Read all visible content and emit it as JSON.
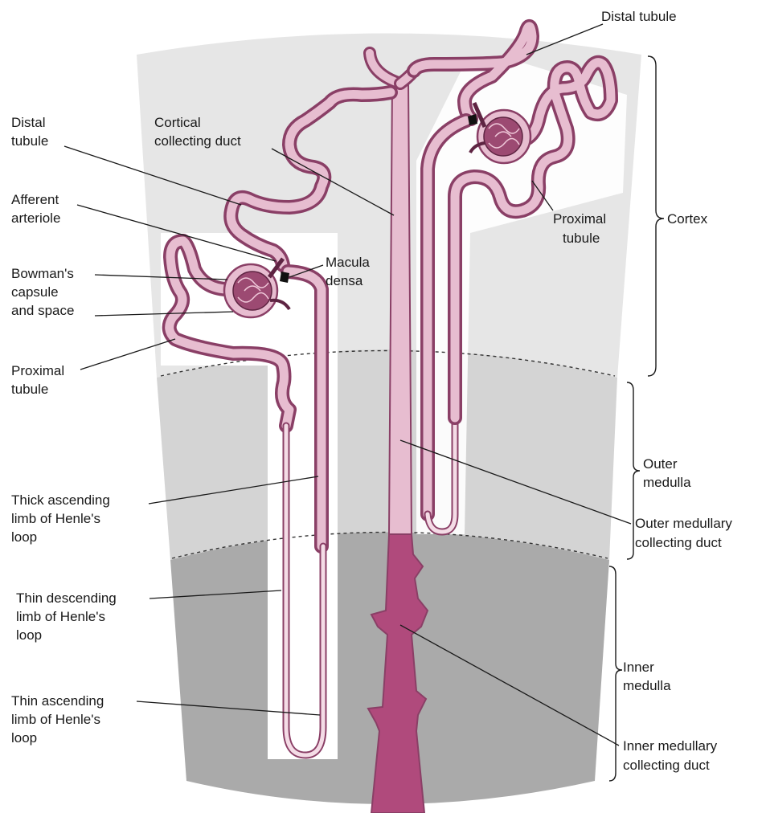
{
  "labels": {
    "distal_tubule_top": "Distal tubule",
    "distal_tubule_left_1": "Distal",
    "distal_tubule_left_2": "tubule",
    "cortical_cd_1": "Cortical",
    "cortical_cd_2": "collecting duct",
    "afferent_1": "Afferent",
    "afferent_2": "arteriole",
    "bowman_1": "Bowman's",
    "bowman_2": "capsule",
    "bowman_3": "and space",
    "macula_1": "Macula",
    "macula_2": "densa",
    "proximal_left_1": "Proximal",
    "proximal_left_2": "tubule",
    "proximal_right_1": "Proximal",
    "proximal_right_2": "tubule",
    "cortex": "Cortex",
    "outer_medulla_1": "Outer",
    "outer_medulla_2": "medulla",
    "outer_mcd_1": "Outer medullary",
    "outer_mcd_2": "collecting duct",
    "thick_asc_1": "Thick ascending",
    "thick_asc_2": "limb of Henle's",
    "thick_asc_3": "loop",
    "thin_desc_1": "Thin descending",
    "thin_desc_2": "limb of Henle's",
    "thin_desc_3": "loop",
    "thin_asc_1": "Thin ascending",
    "thin_asc_2": "limb of Henle's",
    "thin_asc_3": "loop",
    "inner_medulla_1": "Inner",
    "inner_medulla_2": "medulla",
    "inner_mcd_1": "Inner medullary",
    "inner_mcd_2": "collecting duct"
  },
  "colors": {
    "cortex_region": "#e6e6e6",
    "outer_medulla_region": "#d3d3d3",
    "inner_medulla_region": "#a9a9a9",
    "tubule_outline": "#8a3f66",
    "tubule_fill": "#e7bdd0",
    "collecting_duct": "#b04a7c"
  }
}
